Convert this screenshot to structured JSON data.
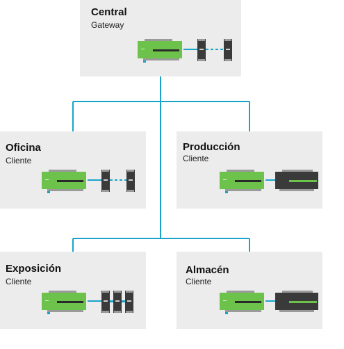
{
  "colors": {
    "link": "#1aa3c9",
    "panel": "#ececec",
    "device_green": "#6cc24a",
    "device_dark": "#3a3a3a"
  },
  "nodes": {
    "central": {
      "title": "Central",
      "role": "Gateway"
    },
    "oficina": {
      "title": "Oficina",
      "role": "Cliente"
    },
    "produccion": {
      "title": "Producción",
      "role": "Cliente"
    },
    "exposicion": {
      "title": "Exposición",
      "role": "Cliente"
    },
    "almacen": {
      "title": "Almacén",
      "role": "Cliente"
    }
  }
}
